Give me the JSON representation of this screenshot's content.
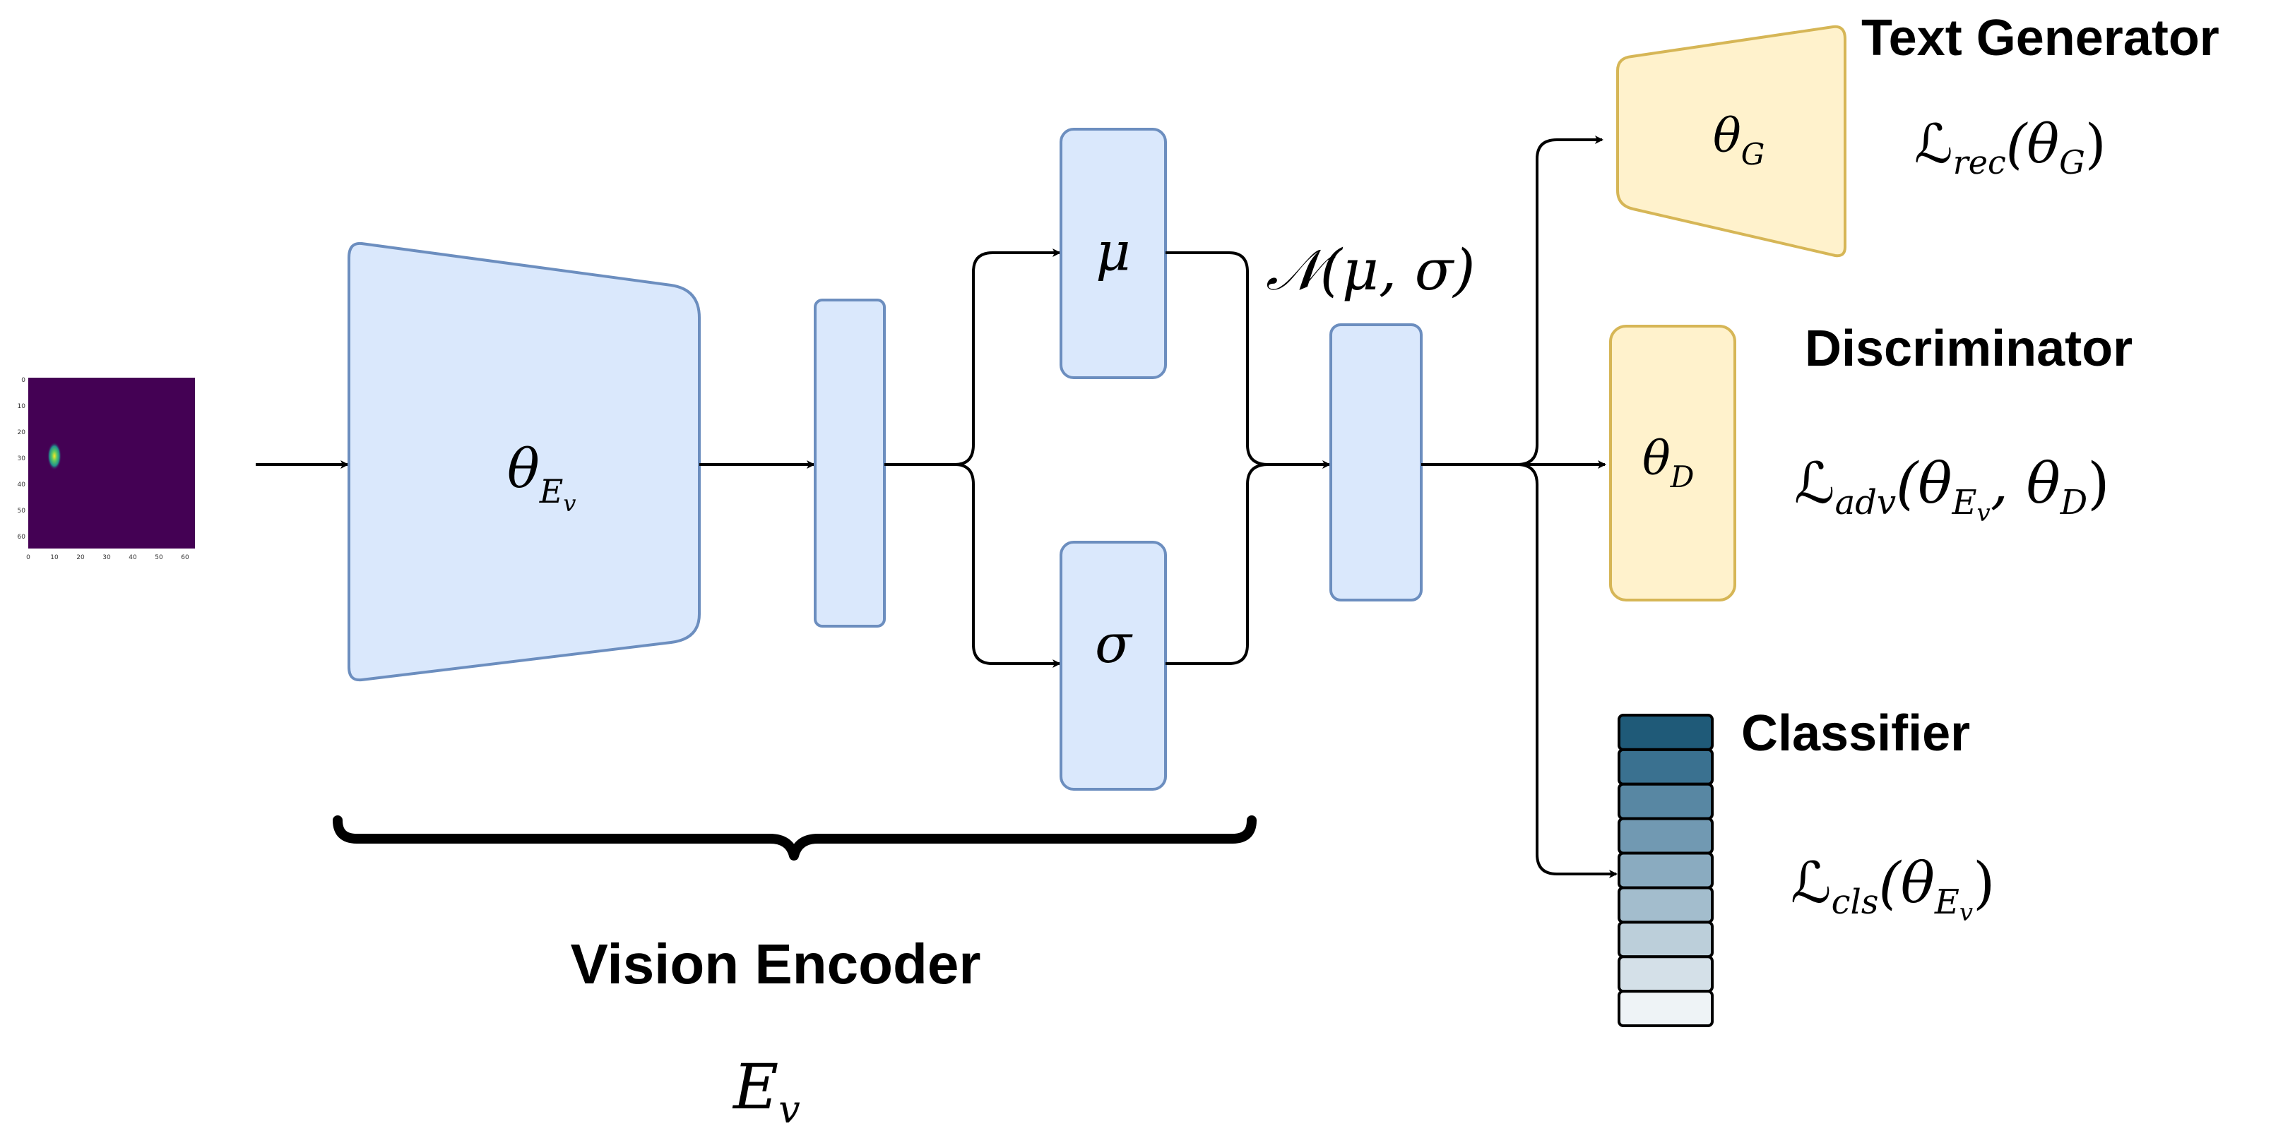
{
  "encoder": {
    "theta": "θ",
    "sub_E": "E",
    "sub_v": "v",
    "caption": "Vision Encoder",
    "symbol_E": "E",
    "symbol_v": "v"
  },
  "latent": {
    "mu": "μ",
    "sigma": "σ",
    "normal": "𝒩(μ, σ)"
  },
  "generator": {
    "title": "Text Generator",
    "theta": "θ",
    "sub": "G",
    "loss_L": "ℒ",
    "loss_sub": "rec",
    "loss_arg": "(θ",
    "loss_arg_sub": "G",
    "loss_close": ")"
  },
  "discriminator": {
    "title": "Discriminator",
    "theta": "θ",
    "sub": "D",
    "loss_L": "ℒ",
    "loss_sub": "adv",
    "loss_arg1": "(θ",
    "loss_arg1_sub": "E",
    "loss_arg1_subsub": "v",
    "loss_mid": ", θ",
    "loss_arg2_sub": "D",
    "loss_close": ")"
  },
  "classifier": {
    "title": "Classifier",
    "loss_L": "ℒ",
    "loss_sub": "cls",
    "loss_arg": "(θ",
    "loss_arg_sub": "E",
    "loss_arg_subsub": "v",
    "loss_close": ")",
    "bar_colors": [
      "#1f5a78",
      "#3a7190",
      "#5887a3",
      "#7199b2",
      "#8aabc0",
      "#a3bdcd",
      "#bccfda",
      "#d4e0e8",
      "#eef3f6"
    ]
  },
  "input_image": {
    "y_ticks": [
      "0",
      "10",
      "20",
      "30",
      "40",
      "50",
      "60"
    ],
    "x_ticks": [
      "0",
      "10",
      "20",
      "30",
      "40",
      "50",
      "60"
    ],
    "background_color": "#440154"
  }
}
